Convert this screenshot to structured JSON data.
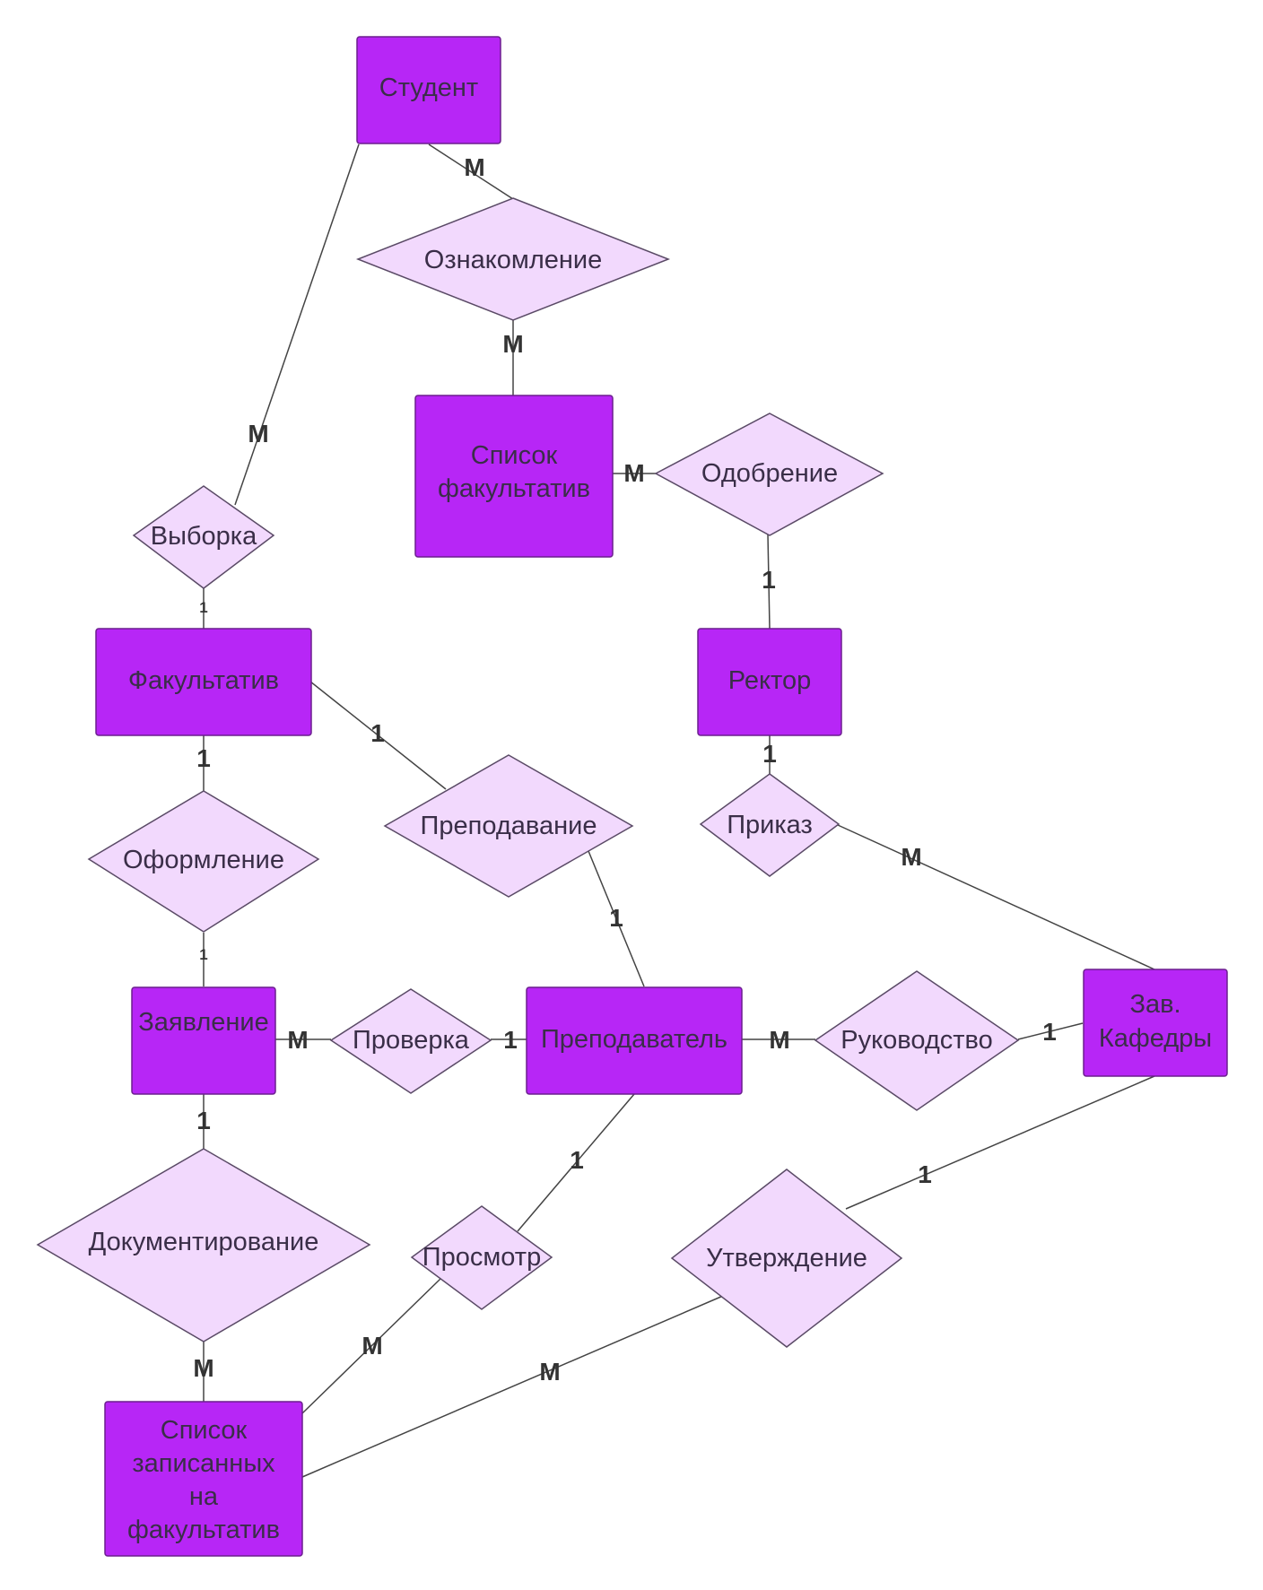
{
  "colors": {
    "entity_fill": "#b726f6",
    "entity_stroke": "#6b1f8e",
    "relation_fill": "#f2d9fd",
    "relation_stroke": "#5a4a66",
    "line": "#444444"
  },
  "entities": {
    "student": [
      "Студент"
    ],
    "course_list": [
      "Список",
      "факультатив"
    ],
    "elective": [
      "Факультатив"
    ],
    "rector": [
      "Ректор"
    ],
    "application": [
      "Заявление"
    ],
    "teacher": [
      "Преподаватель"
    ],
    "head_of_dept": [
      "Зав.",
      "Кафедры"
    ],
    "enrolled_list": [
      "Список",
      "записанных",
      "на",
      "факультатив"
    ]
  },
  "relationships": {
    "familiarization": "Ознакомление",
    "approval": "Одобрение",
    "selection": "Выборка",
    "teaching": "Преподавание",
    "order": "Приказ",
    "registration": "Оформление",
    "check": "Проверка",
    "supervision": "Руководство",
    "documenting": "Документирование",
    "viewing": "Просмотр",
    "confirmation": "Утверждение"
  },
  "cardinalities": {
    "student_familiarization": "M",
    "familiarization_courselist": "M",
    "student_selection": "M",
    "courselist_approval": "M",
    "approval_rector": "1",
    "selection_elective": "1",
    "elective_teaching": "1",
    "rector_order": "1",
    "elective_registration": "1",
    "order_head": "M",
    "teaching_teacher": "1",
    "registration_application": "1",
    "application_check": "M",
    "check_teacher": "1",
    "teacher_supervision": "M",
    "supervision_head": "1",
    "application_documenting": "1",
    "teacher_viewing": "1",
    "head_confirmation": "1",
    "viewing_enrolled": "M",
    "documenting_enrolled": "M",
    "confirmation_enrolled": "M"
  }
}
